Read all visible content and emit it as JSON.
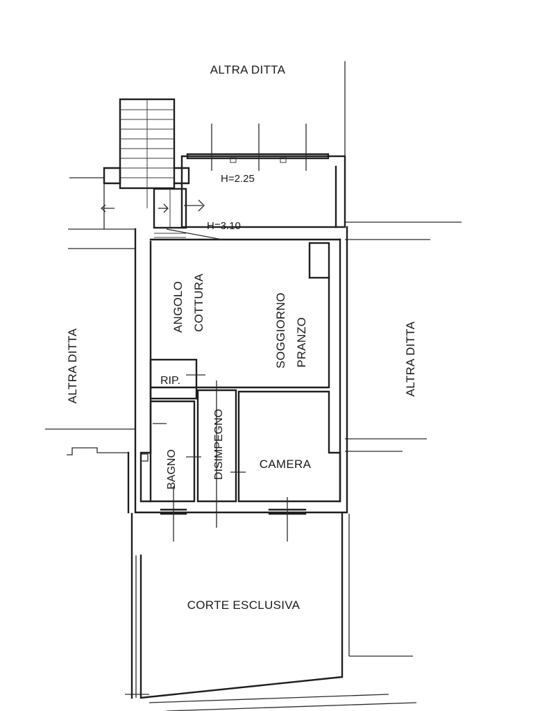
{
  "labels": {
    "neighbor_top": "ALTRA DITTA",
    "neighbor_left": "ALTRA DITTA",
    "neighbor_right": "ALTRA DITTA",
    "height_upper": "H=2.25",
    "height_lower": "H=3.10",
    "kitchen_line1": "ANGOLO",
    "kitchen_line2": "COTTURA",
    "living_line1": "SOGGIORNO",
    "living_line2": "PRANZO",
    "storage": "RIP.",
    "bathroom": "BAGNO",
    "hallway": "DISIMPEGNO",
    "bedroom": "CAMERA",
    "courtyard": "CORTE ESCLUSIVA"
  },
  "colors": {
    "line": "#1e1e1e",
    "background": "#ffffff"
  }
}
